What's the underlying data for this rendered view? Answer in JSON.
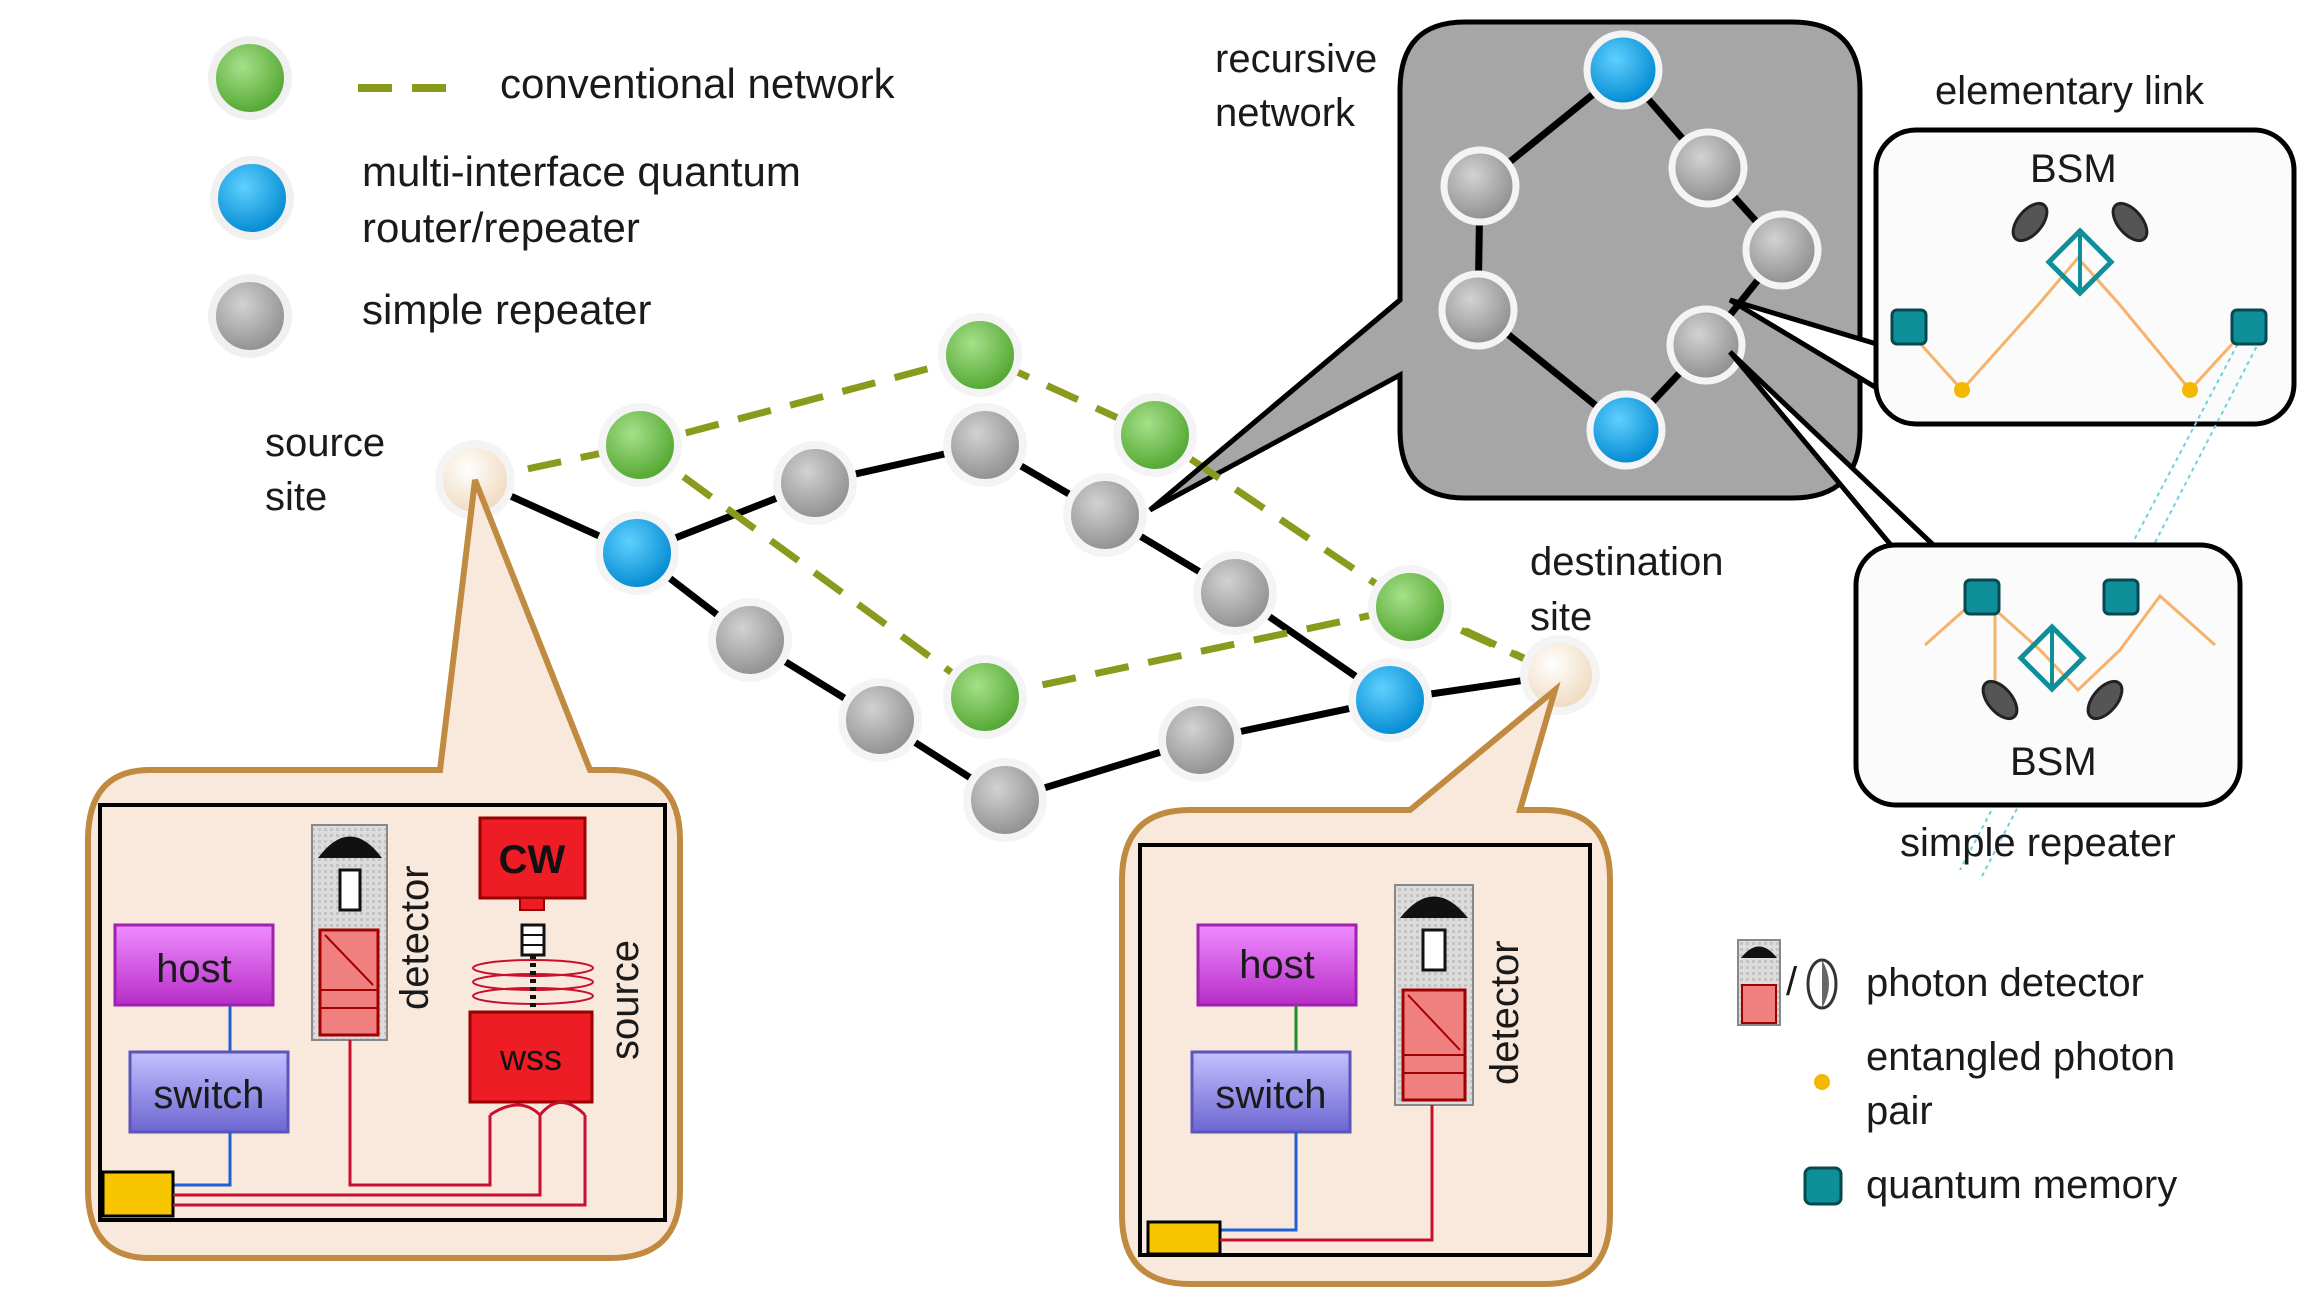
{
  "legend": {
    "conventional_network": "conventional network",
    "mi_router_line1": "multi-interface quantum",
    "mi_router_line2": "router/repeater",
    "simple_repeater": "simple repeater"
  },
  "labels": {
    "source_line1": "source",
    "source_line2": "site",
    "destination_line1": "destination",
    "destination_line2": "site",
    "recursive_line1": "recursive",
    "recursive_line2": "network"
  },
  "elementary_link": {
    "title": "elementary link",
    "bsm": "BSM"
  },
  "simple_repeater_box": {
    "title": "simple repeater",
    "bsm": "BSM"
  },
  "source_site_box": {
    "host": "host",
    "switch": "switch",
    "detector": "detector",
    "cw": "CW",
    "wss": "wss",
    "source": "source"
  },
  "destination_site_box": {
    "host": "host",
    "switch": "switch",
    "detector": "detector"
  },
  "bottom_legend": {
    "photon_detector": "photon detector",
    "slash": "/",
    "entangled_line1": "entangled photon",
    "entangled_line2": "pair",
    "quantum_memory": "quantum memory"
  },
  "colors": {
    "green_node": "#6cc04a",
    "blue_node": "#00a3e8",
    "gray_node": "#a6a6a6",
    "site_node": "#f7e6d0",
    "dashed_link": "#8a9a1c",
    "callout_fill": "#f9e9dc",
    "callout_stroke": "#c08a40",
    "host_fill": "#d24fe0",
    "switch_fill": "#8a85e0",
    "red_block": "#ee1c24",
    "teal": "#0f8f9a",
    "recursive_fill": "#a6a6a6"
  }
}
